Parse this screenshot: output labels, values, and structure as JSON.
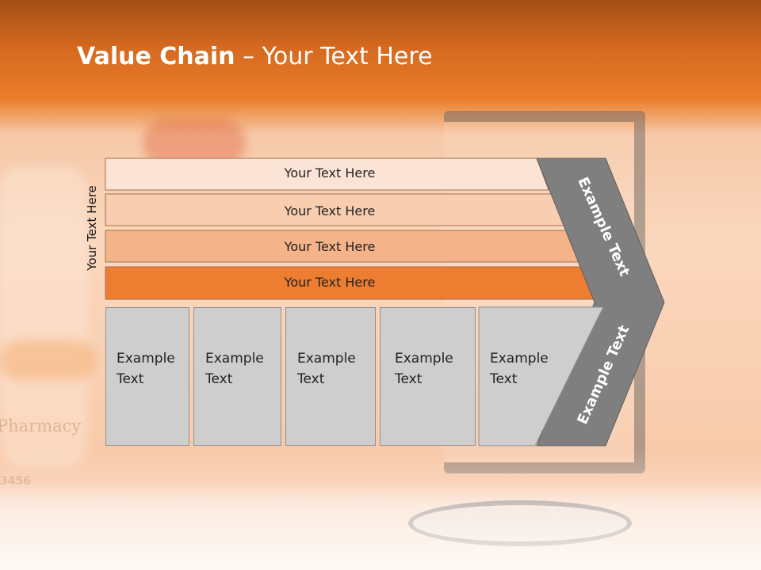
{
  "slide": {
    "title_bold": "Value Chain",
    "title_rest": " – Your Text Here",
    "vertical_label": "Your Text Here",
    "bars": [
      {
        "label": "Your Text Here",
        "color": "#fbe4d6"
      },
      {
        "label": "Your Text Here",
        "color": "#f8cdb0"
      },
      {
        "label": "Your Text Here",
        "color": "#f4b388"
      },
      {
        "label": "Your Text Here",
        "color": "#ed7d31"
      }
    ],
    "columns": [
      {
        "line1": "Example",
        "line2": "Text"
      },
      {
        "line1": "Example",
        "line2": "Text"
      },
      {
        "line1": "Example",
        "line2": "Text"
      },
      {
        "line1": "Example",
        "line2": "Text"
      },
      {
        "line1": "Example",
        "line2": "Text"
      }
    ],
    "chevron": {
      "upper_label": "Example Text",
      "lower_label": "Example Text",
      "color": "#7f7f7f"
    },
    "background_text": {
      "pharmacy": "Pharmacy",
      "number": "3456"
    }
  }
}
